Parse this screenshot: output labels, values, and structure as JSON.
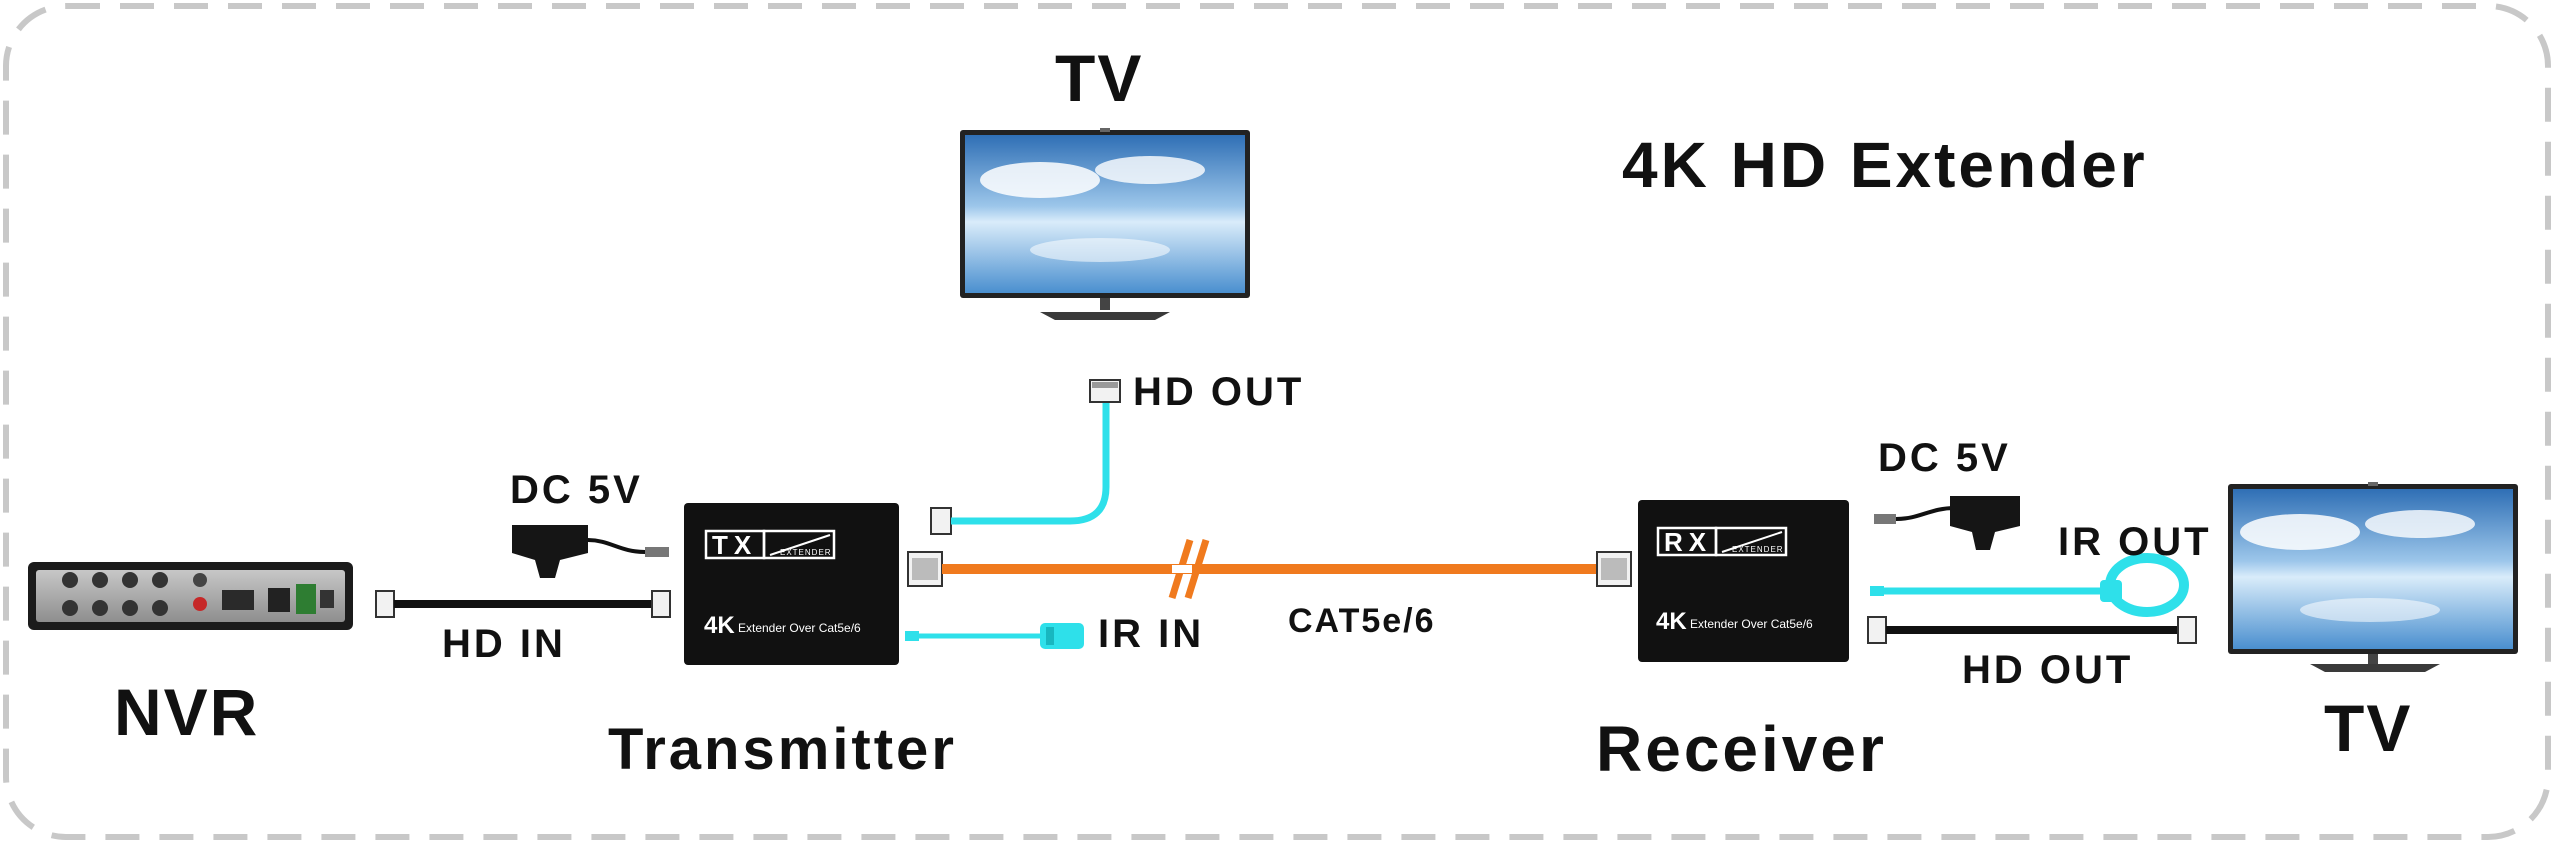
{
  "title": "4K HD Extender",
  "labels": {
    "tv_top": "TV",
    "tv_right": "TV",
    "nvr": "NVR",
    "transmitter": "Transmitter",
    "receiver": "Receiver",
    "hd_out_top": "HD OUT",
    "hd_out_right": "HD OUT",
    "hd_in": "HD IN",
    "dc_tx": "DC 5V",
    "dc_rx": "DC 5V",
    "ir_in": "IR IN",
    "ir_out": "IR OUT",
    "cable": "CAT5e/6"
  },
  "devices": {
    "tx_badge": "TX",
    "rx_badge": "RX",
    "badge_sub": "EXTENDER",
    "model_strong": "4K",
    "model_text": "Extender Over Cat5e/6"
  },
  "colors": {
    "border": "#c8c8c8",
    "hdmi_cable": "#111111",
    "hd_out_cable": "#2ee0ea",
    "cat_cable": "#f07a1e",
    "device": "#111111"
  }
}
